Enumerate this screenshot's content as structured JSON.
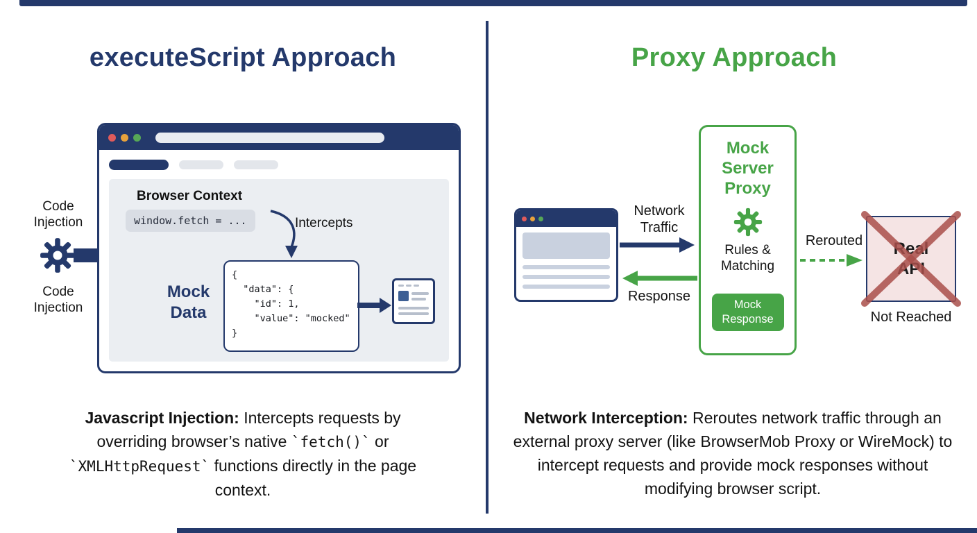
{
  "colors": {
    "navy": "#24396b",
    "green": "#47a447",
    "red_x": "#aa4f4b",
    "pink": "#f5e4e4",
    "dot_red": "#e05b5b",
    "dot_orange": "#e8a23c",
    "dot_green": "#57a857",
    "panel_gray": "#ebeef2",
    "chip_gray": "#d9dde4",
    "pill_gray": "#e3e6eb",
    "line_gray": "#c9d1df",
    "ink": "#141414"
  },
  "icons": {
    "left_injection": "gear-icon",
    "proxy_rules": "gear-icon",
    "result_page": "document-icon",
    "blocked_api": "crossed-out-x-icon"
  },
  "left": {
    "title": "executeScript Approach",
    "injection_label_top": "Code Injection",
    "injection_label_bottom": "Code Injection",
    "browser": {
      "context_label": "Browser Context",
      "code_snippet": "window.fetch = ...",
      "intercepts_label": "Intercepts",
      "mock_data_label": "Mock Data",
      "json_lines": [
        "{",
        "  \"data\": {",
        "    \"id\": 1,",
        "    \"value\": \"mocked\"",
        "}"
      ]
    },
    "caption": {
      "lead": "Javascript Injection:",
      "seg1": " Intercepts requests by overriding browser’s native ",
      "code1": "`fetch()`",
      "seg2": " or ",
      "code2": "`XMLHttpRequest`",
      "seg3": " functions directly in the page context."
    }
  },
  "right": {
    "title": "Proxy Approach",
    "network_traffic_label": "Network Traffic",
    "response_label": "Response",
    "proxy_box": {
      "title": "Mock Server Proxy",
      "rules_label": "Rules & Matching",
      "button_label": "Mock Response"
    },
    "rerouted_label": "Rerouted",
    "real_api_label": "Real API",
    "not_reached_label": "Not Reached",
    "caption": {
      "lead": "Network Interception:",
      "text": " Reroutes network traffic through an external proxy server (like BrowserMob Proxy or WireMock) to intercept requests and provide mock responses without modifying browser script."
    }
  }
}
